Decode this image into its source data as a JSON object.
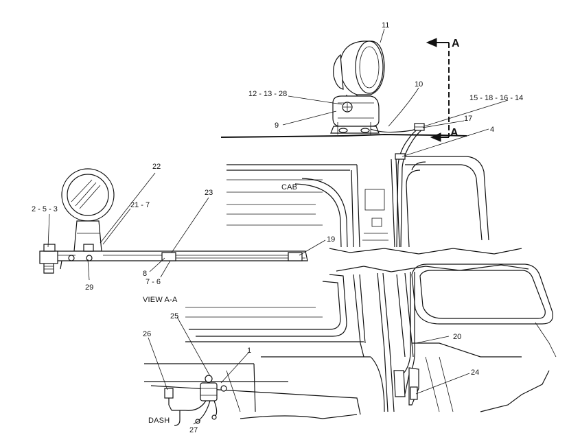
{
  "callouts": {
    "c11": "11",
    "c10": "10",
    "c12_13_28": "12 - 13 - 28",
    "c9": "9",
    "c15_18_16_14": "15 - 18 - 16 - 14",
    "c17": "17",
    "c4": "4",
    "c22": "22",
    "c23": "23",
    "c2_5_3": "2 - 5 - 3",
    "c21_7": "21 - 7",
    "c19": "19",
    "c8": "8",
    "c29": "29",
    "c7_6": "7 - 6",
    "c25": "25",
    "c1": "1",
    "c26": "26",
    "c20": "20",
    "c24": "24",
    "c27": "27"
  },
  "labels": {
    "cab": "CAB",
    "view": "VIEW A-A",
    "dash": "DASH",
    "section_top": "A",
    "section_mid": "A"
  }
}
